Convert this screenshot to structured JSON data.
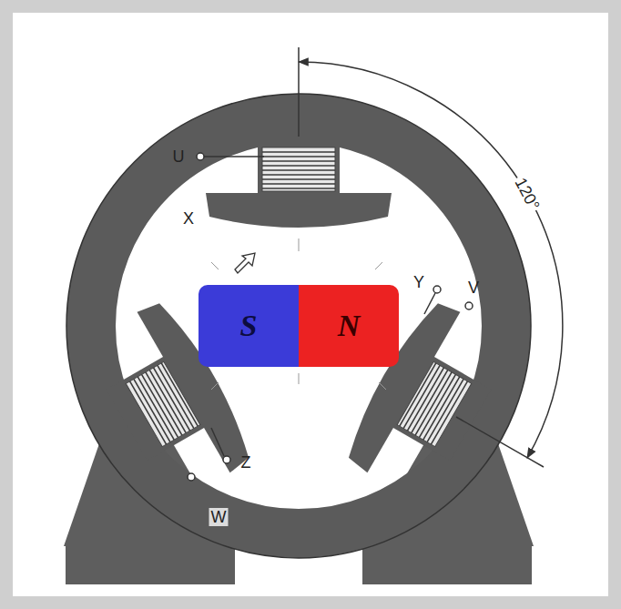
{
  "diagram": {
    "nodes": [
      {
        "text": [
          "S"
        ]
      },
      {
        "text": [
          "N"
        ]
      }
    ],
    "labels": [
      "U",
      "X",
      "120°",
      "Y",
      "V",
      "Z",
      "W"
    ]
  }
}
